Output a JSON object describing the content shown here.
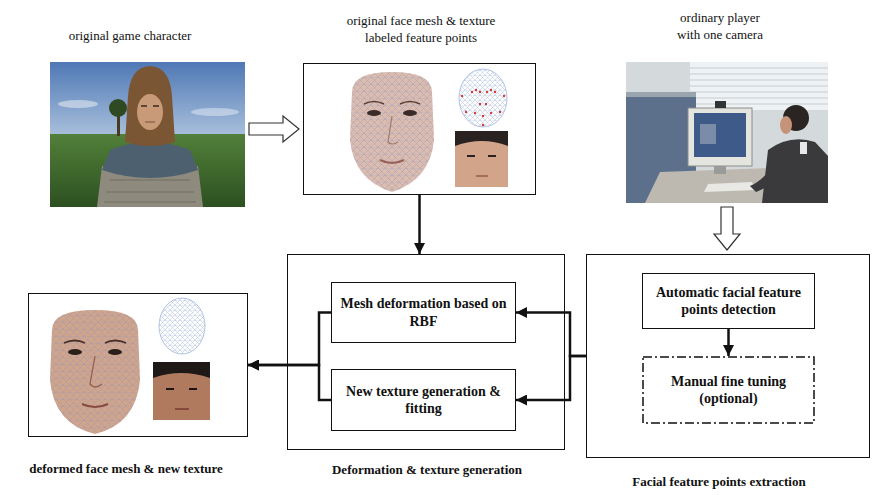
{
  "diagram": {
    "nodes": [
      {
        "text": [
          "original game character"
        ]
      },
      {
        "text": [
          "original face mesh & texture labeled feature points"
        ]
      },
      {
        "text": [
          "ordinary player with one camera"
        ]
      },
      {
        "text": [
          "deformed face mesh & new texture"
        ]
      },
      {
        "text": [
          "Deformation & texture generation"
        ]
      },
      {
        "text": [
          "Mesh deformation based on RBF"
        ],
        "in": 4
      },
      {
        "text": [
          "New texture generation & fitting"
        ],
        "in": 4
      },
      {
        "text": [
          "Facial feature points extraction"
        ]
      },
      {
        "text": [
          "Automatic facial feature points detection"
        ],
        "in": 7
      },
      {
        "text": [
          "Manual fine tuning (optional)"
        ],
        "in": 7
      }
    ],
    "edges": [
      {
        "from": 0,
        "to": 1,
        "arrow": "to"
      },
      {
        "from": 1,
        "to": 4,
        "arrow": "to"
      },
      {
        "from": 2,
        "to": 7,
        "arrow": "to"
      },
      {
        "from": 8,
        "to": 9,
        "arrow": "to"
      },
      {
        "from": 7,
        "to": 5,
        "arrow": "to"
      },
      {
        "from": 7,
        "to": 6,
        "arrow": "to"
      },
      {
        "from": 5,
        "to": 3,
        "arrow": "to"
      },
      {
        "from": 6,
        "to": 3,
        "arrow": "to"
      }
    ]
  }
}
